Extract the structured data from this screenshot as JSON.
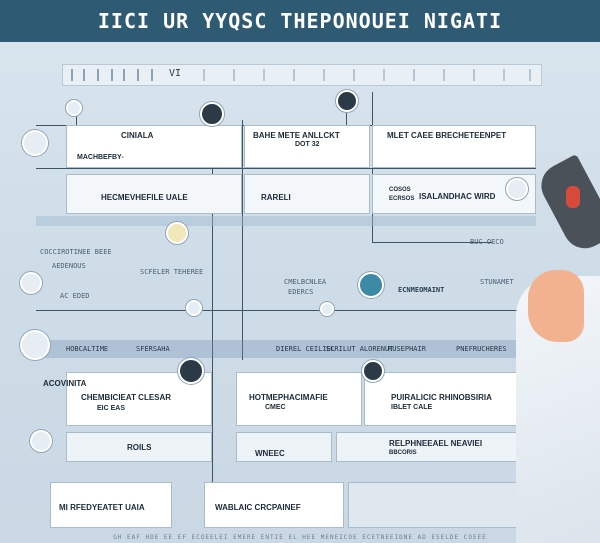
{
  "header": {
    "title": "IICI UR YYQSC THEPONOUEI NIGATI"
  },
  "strip": {
    "label": "VI"
  },
  "panels": {
    "row1": {
      "cell1": "CINIALA",
      "cell1_sub": "MACHBEFBY-",
      "cell2": "BAHE METE ANLLCKT",
      "cell2_sub": "DOT 32",
      "cell3": "MLET CAEE BRECHETEENPET"
    },
    "row2": {
      "cell1": "HECMEVHEFILE UALE",
      "cell2": "RARELI",
      "cell3_a": "COSOS",
      "cell3_b": "ECRSOS",
      "cell3": "ISALANDHAC WIRD"
    },
    "row3": {
      "cell1": "ACOVINITA",
      "cell1_sub": "CHEMBICIEAT CLESAR",
      "cell1_sub2": "EIC EAS",
      "cell2": "HOTMEPHACIMAFIE",
      "cell2_sub": "CMEC",
      "cell3": "PUIRALICIC RHINOBSIRIA",
      "cell3_sub": "IBLET CALE"
    },
    "row4": {
      "cell1": "ROILS",
      "cell2": "WNEEC",
      "cell3": "RELPHNEEAEL NEAVIEI",
      "cell3_sub": "BBCORIS"
    },
    "row5": {
      "cell1": "MI RFEDYEATET UAIA",
      "cell2": "WABLAIC CRCPAINEF"
    }
  },
  "bands": {
    "band1": "HOBCALTIME",
    "band2": "SFERSAHA",
    "band3": "DIEREL CEILIEL",
    "band4": "SCRILUT ALORENUT",
    "band5": "RUSEPHAIR",
    "band6": "PNEFRUCHERES"
  },
  "annotations": {
    "left1": "COCCIROTINEE BEEE",
    "left2": "AEDENOUS",
    "left3": "SCFELER TEHEREE",
    "left4": "AC EDED",
    "mid1": "CMELBCNLEA",
    "mid2": "EDERCS",
    "right1": "ECNMEOMAINT",
    "right2": "STUNAMET",
    "right3": "BUC OECO"
  },
  "footer": {
    "text": "GH EAF HDE EE EF ECOEELEI EMERE ENTIE EL HEE MENEICOE ECETNEEIDNE AD ESELDE COEEE"
  }
}
